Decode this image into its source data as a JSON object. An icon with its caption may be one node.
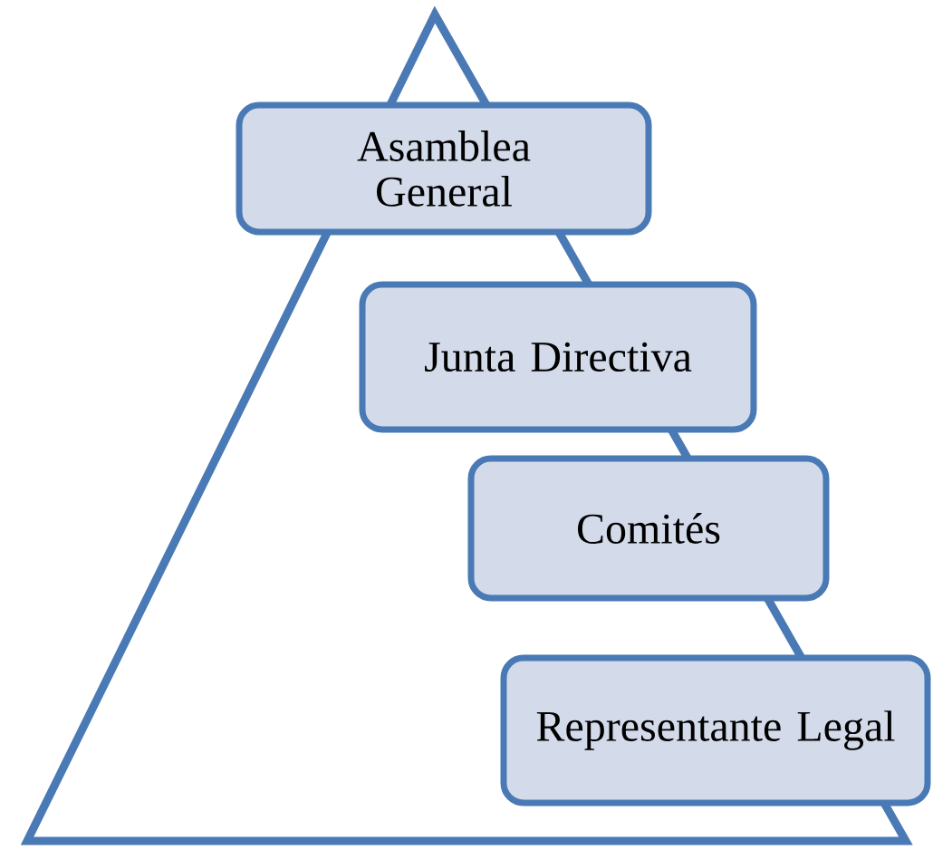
{
  "diagram": {
    "nodes": [
      {
        "text": [
          "Asamblea General"
        ]
      },
      {
        "text": [
          "Junta Directiva"
        ]
      },
      {
        "text": [
          "Comités"
        ]
      },
      {
        "text": [
          "Representante Legal"
        ]
      }
    ]
  }
}
